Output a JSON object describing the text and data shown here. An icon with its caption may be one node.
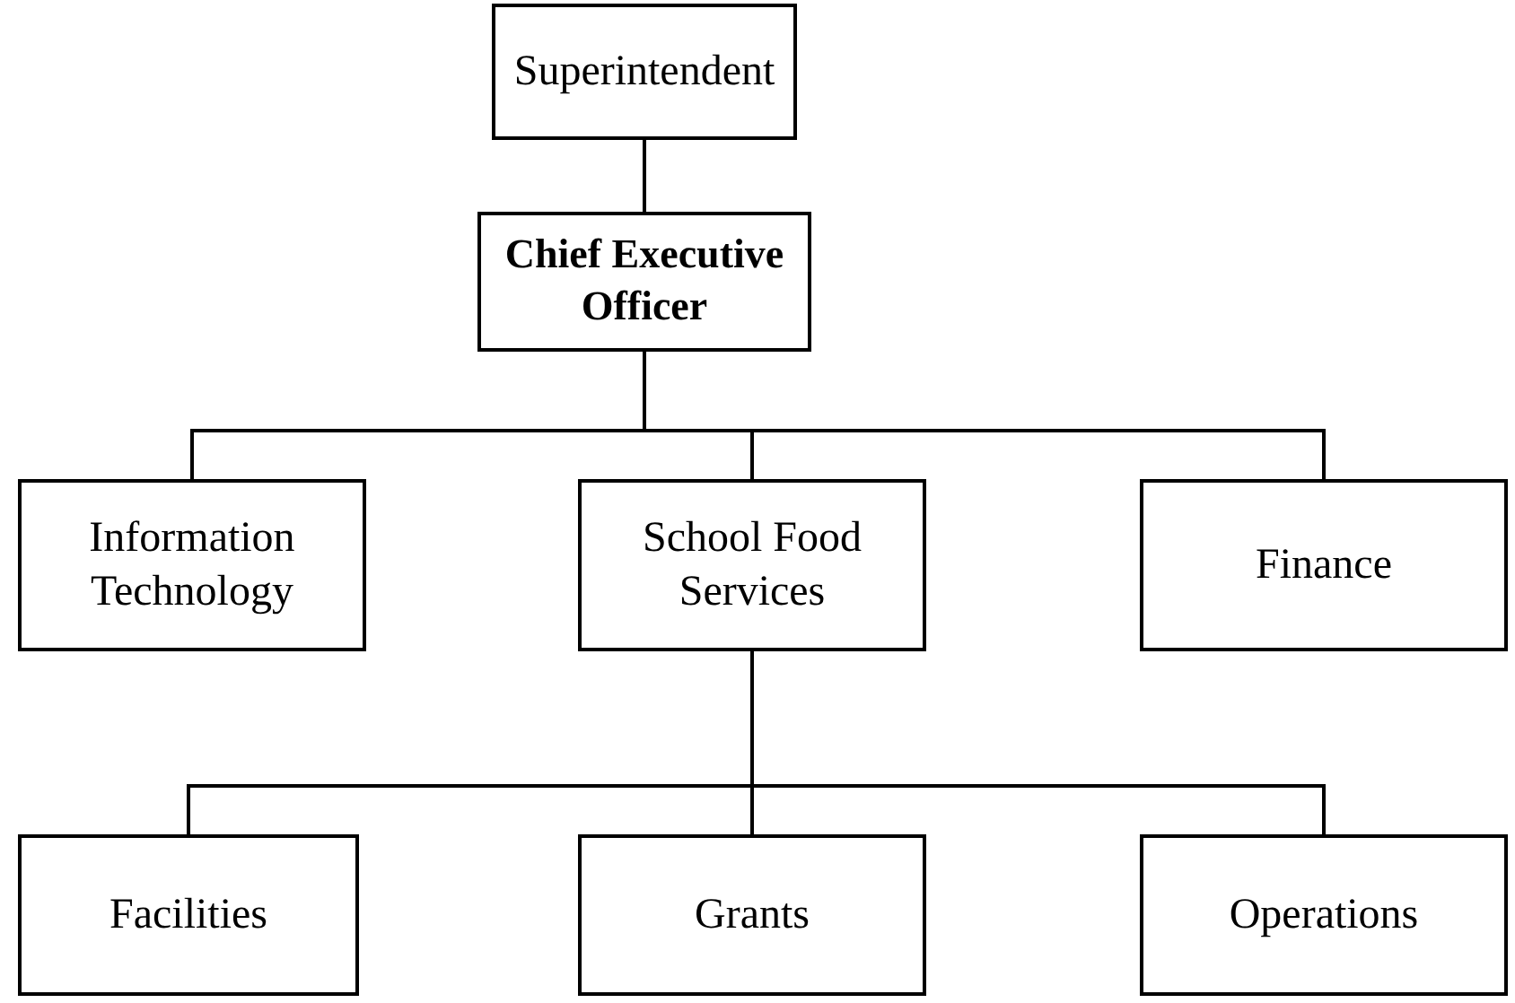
{
  "diagram": {
    "nodes": [
      {
        "text": [
          "Superintendent"
        ]
      },
      {
        "text": [
          "Chief Executive Officer"
        ]
      },
      {
        "text": [
          "Information Technology"
        ]
      },
      {
        "text": [
          "School Food Services"
        ]
      },
      {
        "text": [
          "Finance"
        ]
      },
      {
        "text": [
          "Facilities"
        ]
      },
      {
        "text": [
          "Grants"
        ]
      },
      {
        "text": [
          "Operations"
        ]
      }
    ],
    "edges": [
      {
        "from": 0,
        "to": 1,
        "arrow": "none"
      },
      {
        "from": 1,
        "to": 2,
        "arrow": "none"
      },
      {
        "from": 1,
        "to": 3,
        "arrow": "none"
      },
      {
        "from": 1,
        "to": 4,
        "arrow": "none"
      },
      {
        "from": 3,
        "to": 5,
        "arrow": "none"
      },
      {
        "from": 3,
        "to": 6,
        "arrow": "none"
      },
      {
        "from": 3,
        "to": 7,
        "arrow": "none"
      }
    ]
  }
}
